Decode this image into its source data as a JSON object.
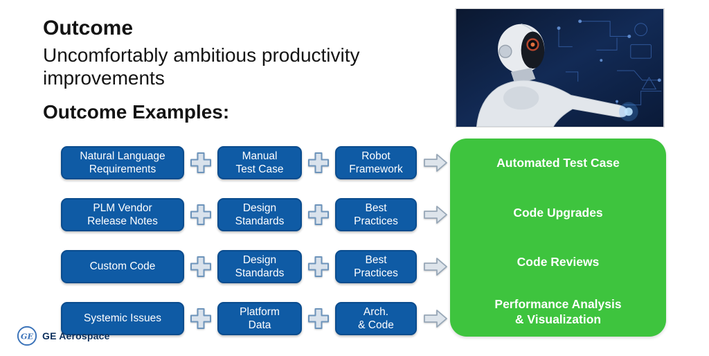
{
  "slide": {
    "title": "Outcome",
    "subtitle": "Uncomfortably ambitious productivity\nimprovements",
    "section_heading": "Outcome Examples:"
  },
  "diagram": {
    "rows": [
      {
        "inputs": [
          "Natural Language\nRequirements",
          "Manual\nTest Case",
          "Robot\nFramework"
        ],
        "output": "Automated Test Case"
      },
      {
        "inputs": [
          "PLM Vendor\nRelease Notes",
          "Design\nStandards",
          "Best\nPractices"
        ],
        "output": "Code Upgrades"
      },
      {
        "inputs": [
          "Custom Code",
          "Design\nStandards",
          "Best\nPractices"
        ],
        "output": "Code Reviews"
      },
      {
        "inputs": [
          "Systemic Issues",
          "Platform\nData",
          "Arch.\n& Code"
        ],
        "output": "Performance Analysis\n& Visualization"
      }
    ],
    "operator_icon": "plus-icon",
    "arrow_icon": "arrow-right-icon"
  },
  "hero": {
    "description_icon": "robot-image"
  },
  "footer": {
    "brand": "GE Aerospace"
  },
  "colors": {
    "input_box_blue": "#0F5BA5",
    "output_panel_green": "#3EC43E",
    "text_on_boxes": "#FFFFFF",
    "brand_blue": "#0B2F5C"
  }
}
